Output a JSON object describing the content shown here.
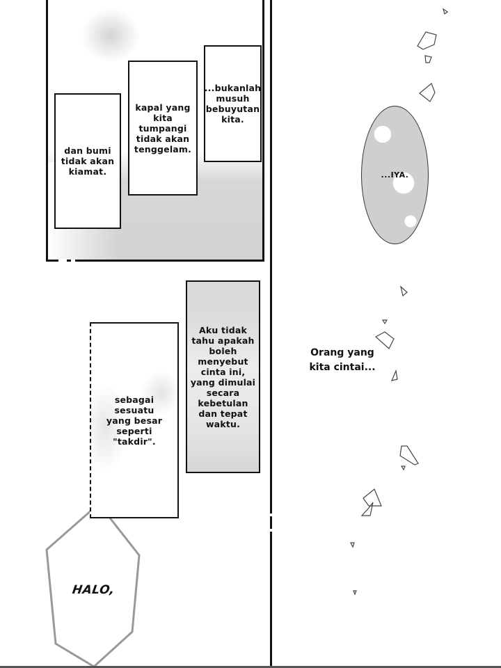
{
  "page": {
    "panels": {
      "top_left": {
        "captions": [
          {
            "id": "caption-1",
            "text": "dan bumi\ntidak akan\nkiamat."
          },
          {
            "id": "caption-2",
            "text": "kapal yang\nkita\ntumpangi\ntidak akan\ntenggelam."
          },
          {
            "id": "caption-3",
            "text": "...bukanlah\nmusuh\nbebuyutan\nkita."
          }
        ]
      },
      "bottom_left": {
        "captions": [
          {
            "id": "caption-4",
            "text": "sebagai sesuatu\nyang besar\nseperti \"takdir\"."
          },
          {
            "id": "caption-5",
            "text": "Aku tidak\ntahu apakah\nboleh\nmenyebut\ncinta ini,\nyang dimulai\nsecara\nkebetulan\ndan tepat\nwaktu."
          }
        ],
        "speech_bubble": {
          "text": "HALO,"
        }
      },
      "right": {
        "oval_bubble": {
          "text": "...IYA."
        },
        "narration": {
          "text": "Orang yang\nkita cintai..."
        }
      }
    },
    "colors": {
      "ink": "#111111",
      "screentone": "#d0d0d0",
      "bubble_outline_gray": "#999999",
      "paper": "#ffffff"
    }
  }
}
